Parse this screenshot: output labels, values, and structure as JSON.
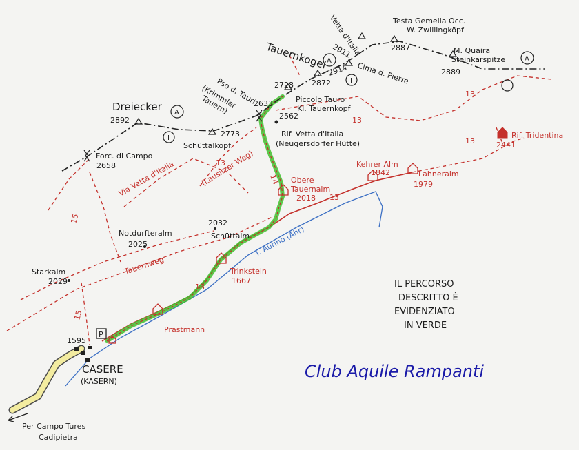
{
  "colors": {
    "paper": "#f4f4f2",
    "trail": "#c4302b",
    "border": "#222222",
    "route": "#3fbf2e",
    "river": "#3b6fc4",
    "road": "#f3eca0",
    "club": "#1a1aa8"
  },
  "peaks": {
    "vetta_italia": {
      "name": "Vetta d'Italia",
      "elev": "2911"
    },
    "testa_gemella": {
      "name": "Testa Gemella Occ.",
      "name2": "W. Zwillingköpf",
      "elev": "2887"
    },
    "m_quaira": {
      "name": "M. Quaira",
      "name2": "Steinkarspitze",
      "elev": "2889"
    },
    "tauernkogel": {
      "name": "Tauernkogel",
      "elev": "2872"
    },
    "cima_pietre": {
      "name": "Cima d. Pietre",
      "elev": "2914"
    },
    "piccolo_tauro": {
      "name": "Piccolo Tauro",
      "name2": "Kl. Tauernkopf",
      "elev": "2728"
    },
    "dreiecker": {
      "name": "Dreiecker",
      "elev": "2892"
    },
    "schuttalkopf": {
      "name": "Schüttalkopf",
      "elev": "2773"
    },
    "forc_campo": {
      "name": "Forc. di Campo",
      "elev": "2658"
    }
  },
  "passes": {
    "passo_tauri": {
      "name": "Pso d. Tauri",
      "name2": "(Krimmler",
      "name3": "Tauern)",
      "elev": "2633"
    }
  },
  "huts": {
    "rif_vetta": {
      "name": "Rif. Vetta d'Italia",
      "name2": "(Neugersdorfer Hütte)",
      "elev": "2562"
    },
    "rif_tridentina": {
      "name": "Rif. Tridentina",
      "elev": "2441"
    },
    "obere_tauernalm": {
      "name": "Obere",
      "name2": "Tauernalm",
      "elev": "2018"
    },
    "kehreralm": {
      "name": "Kehrer Alm",
      "elev": "1842"
    },
    "lahneralm": {
      "name": "Lahneralm",
      "elev": "1979"
    },
    "trinkstein": {
      "name": "Trinkstein",
      "elev": "1667"
    },
    "prastmann": {
      "name": "Prastmann"
    },
    "schuttalm": {
      "name": "Schüttalm",
      "elev": "2032"
    },
    "notdurfteralm": {
      "name": "Notdurfteralm",
      "elev": "2025"
    },
    "starkalm": {
      "name": "Starkalm",
      "elev": "2029"
    }
  },
  "village": {
    "name": "CASERE",
    "name2": "(KASERN)",
    "elev": "1595",
    "parking": "P"
  },
  "road_dest": {
    "line1": "Per Campo Tures",
    "line2": "Cadipietra"
  },
  "river": {
    "name": "T. Aurino (Ahr)"
  },
  "trails": {
    "n13": "13",
    "n14": "14",
    "n15": "15",
    "via_vetta": "Via Vetta d'Italia",
    "lausitzer": "(Lausitzer Weg)",
    "tauernweg": "Tauernweg"
  },
  "border_marks": {
    "a": "A",
    "i": "I"
  },
  "note": {
    "l1": "IL PERCORSO",
    "l2": "DESCRITTO È",
    "l3": "EVIDENZIATO",
    "l4": "IN VERDE"
  },
  "club": "Club Aquile Rampanti"
}
